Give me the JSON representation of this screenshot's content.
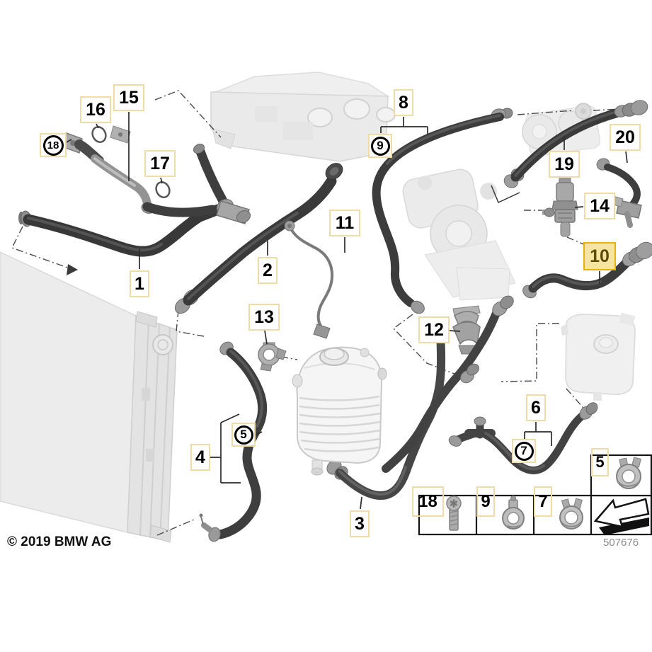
{
  "footer": {
    "copyright": "© 2019 BMW AG",
    "diagram_number": "507676"
  },
  "callouts": {
    "c1": "1",
    "c2": "2",
    "c3": "3",
    "c4": "4",
    "c5": "5",
    "c6": "6",
    "c7": "7",
    "c8": "8",
    "c9": "9",
    "c10": "10",
    "c11": "11",
    "c12": "12",
    "c13": "13",
    "c14": "14",
    "c15": "15",
    "c16": "16",
    "c17": "17",
    "c18": "18",
    "c19": "19",
    "c20": "20"
  },
  "highlighted_callout": "10",
  "legend": {
    "n18": "18",
    "n9": "9",
    "n7": "7",
    "n5": "5",
    "icons": [
      "torx-screw-icon",
      "hose-clamp-icon",
      "hose-clamp-icon",
      "hose-clamp-icon",
      "direction-arrow-icon"
    ]
  },
  "colors": {
    "callout_border": "#eedca6",
    "highlight_fill": "#f6e4a3",
    "highlight_border": "#e3b40b",
    "hose_dark": "#3a3a3a",
    "metal_gray": "#9a9a9a",
    "ghost_gray": "#ebebeb"
  }
}
